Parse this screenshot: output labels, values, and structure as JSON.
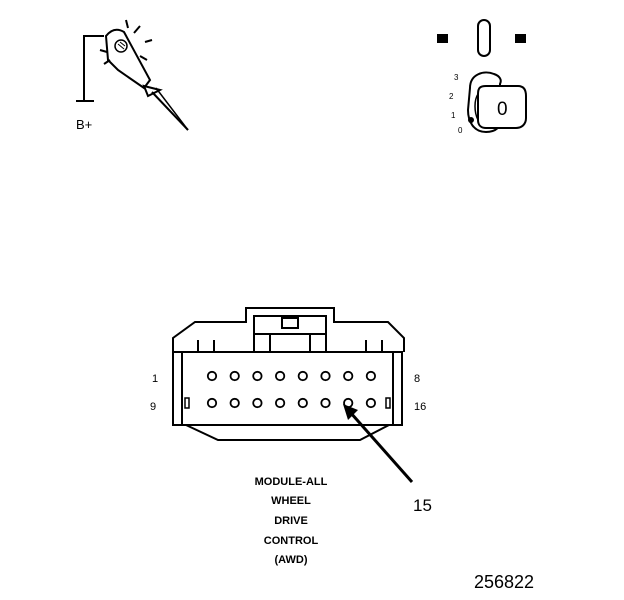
{
  "probe": {
    "supply_label": "B+"
  },
  "ignition": {
    "positions": [
      "3",
      "2",
      "1",
      "0"
    ],
    "key_label": "0"
  },
  "connector": {
    "pin_label_top_left": "1",
    "pin_label_top_right": "8",
    "pin_label_bottom_left": "9",
    "pin_label_bottom_right": "16",
    "callout": "15",
    "caption_lines": [
      "MODULE-ALL",
      "WHEEL",
      "DRIVE",
      "CONTROL",
      "(AWD)"
    ]
  },
  "figure_number": "256822",
  "colors": {
    "line": "#000000",
    "background": "#ffffff"
  }
}
